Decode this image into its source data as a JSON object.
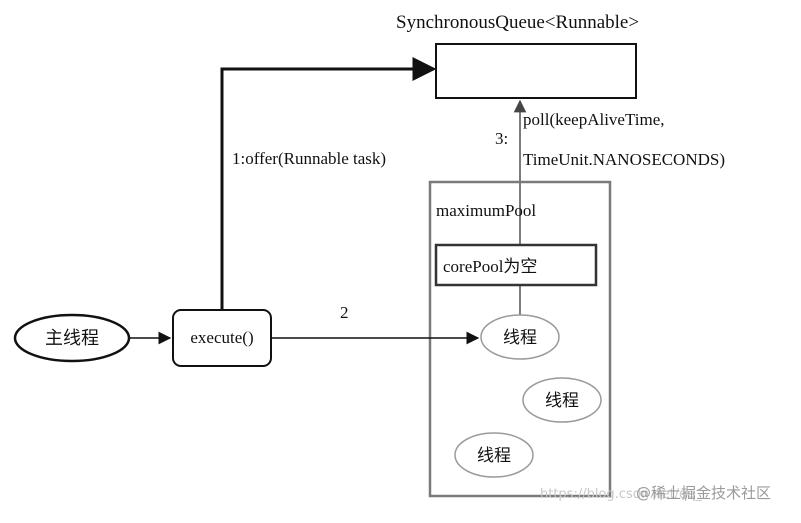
{
  "diagram": {
    "queue_label": "SynchronousQueue<Runnable>",
    "offer_label": "1:offer(Runnable task)",
    "poll_prefix": "3:",
    "poll_line1": "poll(keepAliveTime,",
    "poll_line2": "TimeUnit.NANOSECONDS)",
    "max_pool_label": "maximumPool",
    "core_pool_label": "corePool为空",
    "main_thread_label": "主线程",
    "execute_label": "execute()",
    "step2_label": "2",
    "thread_labels": [
      "线程",
      "线程",
      "线程"
    ]
  },
  "watermark": {
    "url_text": "https://blog.csdn.net/qq_",
    "site_text": "@稀土掘金技术社区"
  },
  "colors": {
    "line": "#111111",
    "pool_border": "#7a7a7a",
    "thread_border": "#9a9a9a"
  }
}
